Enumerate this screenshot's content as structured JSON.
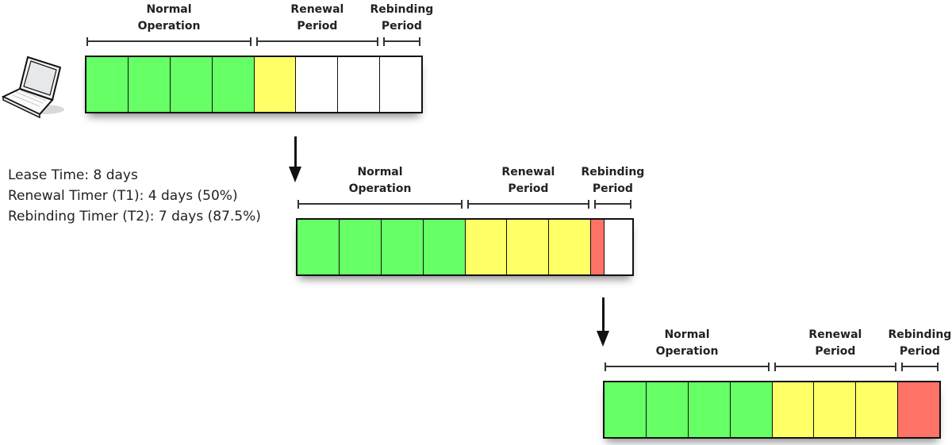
{
  "title": "DHCP Lease Timers",
  "colors": {
    "normal": "#66ff66",
    "renewal": "#ffff66",
    "rebinding": "#ff7366",
    "empty": "#ffffff"
  },
  "lease_info": {
    "lease_time": "Lease Time: 8 days",
    "renewal_timer": "Renewal Timer (T1): 4 days (50%)",
    "rebinding_timer": "Rebinding Timer (T2): 7 days (87.5%)"
  },
  "period_labels": {
    "normal": "Normal\nOperation",
    "renewal": "Renewal\nPeriod",
    "rebinding": "Rebinding\nPeriod"
  },
  "timelines": [
    {
      "name": "stage-1",
      "total_days": 8,
      "elapsed_days": 5,
      "cells": [
        "normal",
        "normal",
        "normal",
        "normal",
        "renewal",
        "empty",
        "empty",
        "empty"
      ]
    },
    {
      "name": "stage-2",
      "total_days": 8,
      "elapsed_days": 7.3,
      "cells": [
        "normal",
        "normal",
        "normal",
        "normal",
        "renewal",
        "renewal",
        "renewal",
        "rebinding-partial"
      ]
    },
    {
      "name": "stage-3",
      "total_days": 8,
      "elapsed_days": 8,
      "cells": [
        "normal",
        "normal",
        "normal",
        "normal",
        "renewal",
        "renewal",
        "renewal",
        "rebinding"
      ]
    }
  ],
  "periods_days": {
    "normal": [
      0,
      4
    ],
    "renewal": [
      4,
      7
    ],
    "rebinding": [
      7,
      8
    ]
  }
}
